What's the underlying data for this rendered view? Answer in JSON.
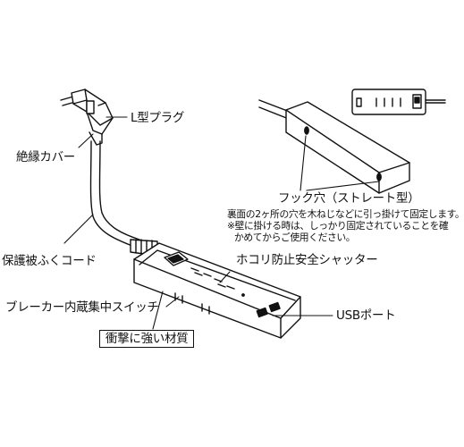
{
  "labels": {
    "plug": "L型プラグ",
    "insulation": "絶縁カバー",
    "cord": "保護被ふくコード",
    "breaker": "ブレーカー内蔵集中スイッチ",
    "impact": "衝撃に強い材質",
    "shutter": "ホコリ防止安全シャッター",
    "usb": "USBポート",
    "hook": "フック穴（ストレート型）"
  },
  "notes": {
    "line1": "裏面の2ヶ所の穴を木ねじなどに引っ掛けて固定します。",
    "line2": "※壁に掛ける時は、しっかり固定されていることを確",
    "line3": "かめてからご使用ください。"
  }
}
